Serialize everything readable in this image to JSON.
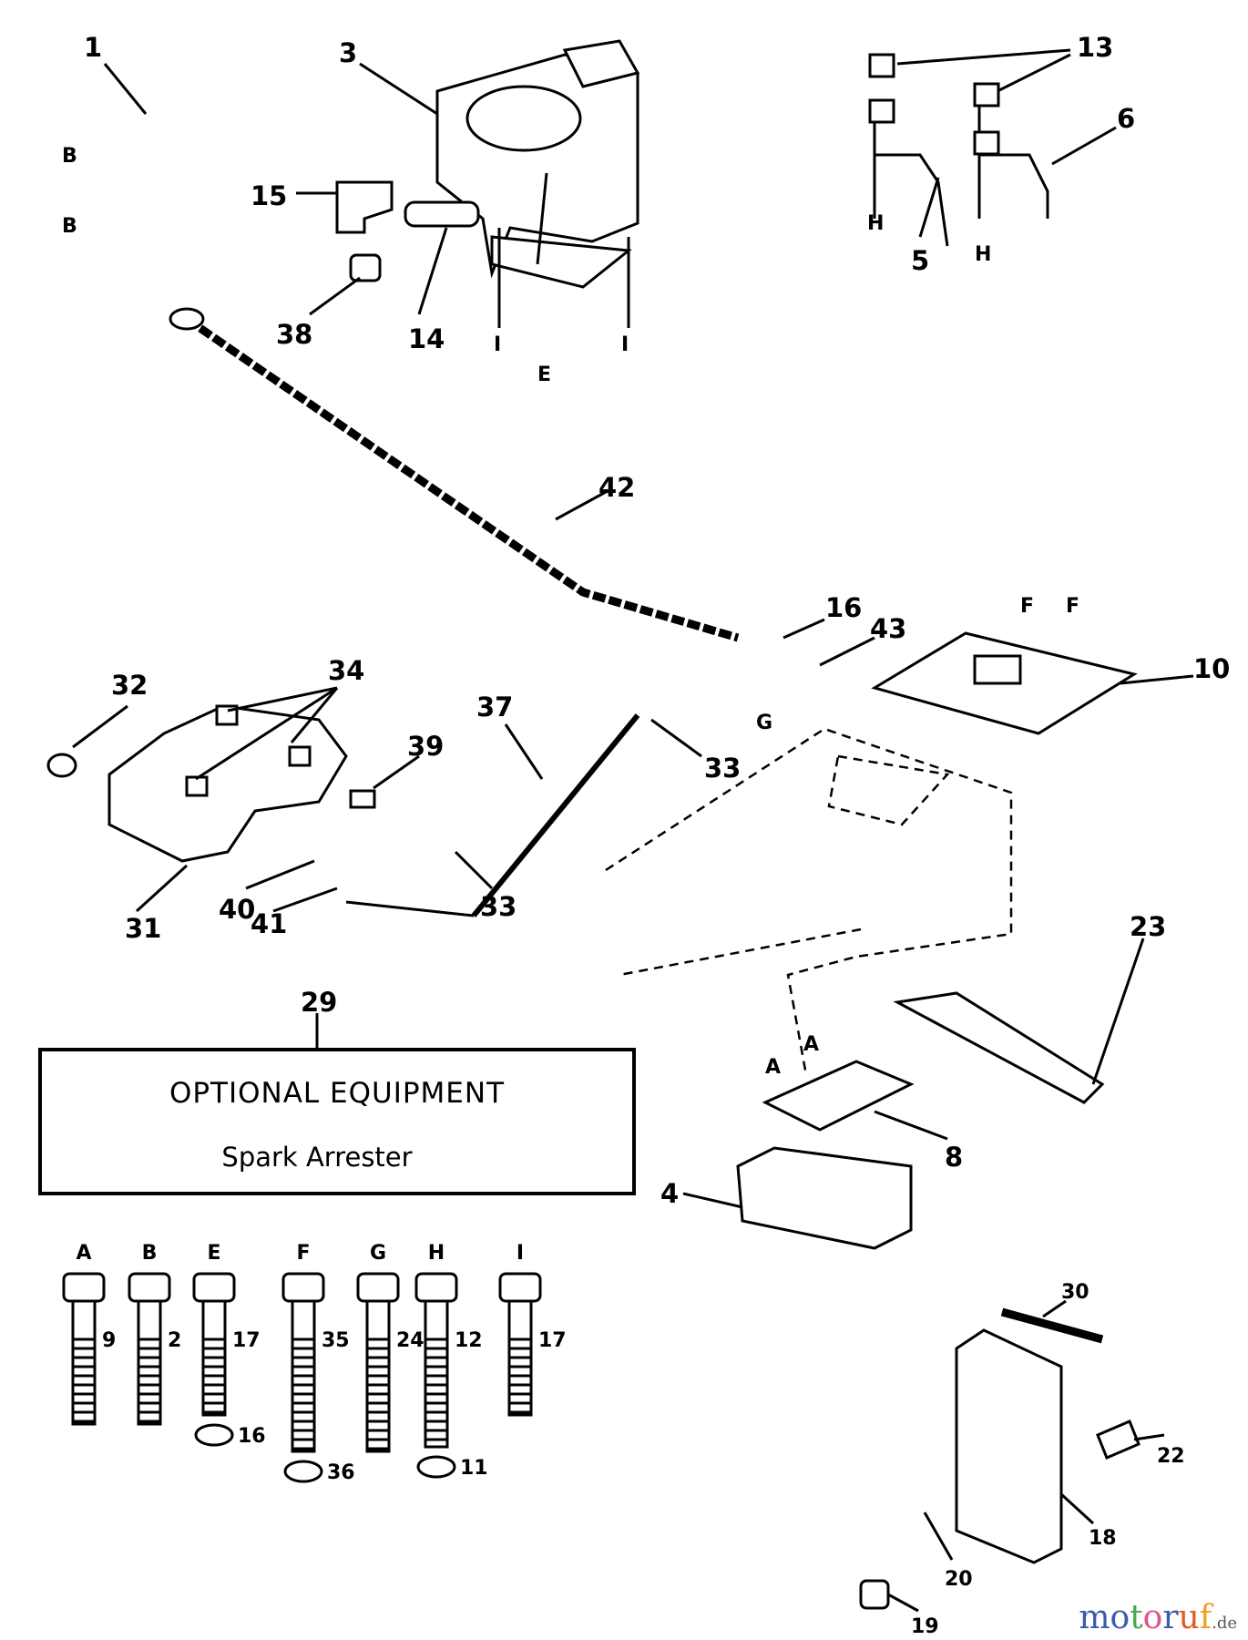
{
  "callouts": {
    "c1": "1",
    "c3": "3",
    "c13": "13",
    "c6": "6",
    "c15": "15",
    "c14": "14",
    "c38": "38",
    "c5": "5",
    "c42": "42",
    "c16": "16",
    "c43": "43",
    "c10": "10",
    "c32": "32",
    "c34": "34",
    "c37": "37",
    "c39": "39",
    "c33a": "33",
    "c33b": "33",
    "c40": "40",
    "c41": "41",
    "c31": "31",
    "c23": "23",
    "c29": "29",
    "c8": "8",
    "c4": "4",
    "c30": "30",
    "c22": "22",
    "c18": "18",
    "c20": "20",
    "c19": "19"
  },
  "fastener_refs": {
    "B1": "B",
    "B2": "B",
    "H1": "H",
    "H2": "H",
    "I1": "I",
    "I2": "I",
    "E": "E",
    "F1": "F",
    "F2": "F",
    "G": "G",
    "A1": "A",
    "A2": "A"
  },
  "optional_box": {
    "title": "OPTIONAL EQUIPMENT",
    "subtitle": "Spark Arrester"
  },
  "bolts": [
    {
      "letter": "A",
      "part": "9"
    },
    {
      "letter": "B",
      "part": "2"
    },
    {
      "letter": "E",
      "part": "17",
      "extra": "16"
    },
    {
      "letter": "F",
      "part": "35",
      "extra": "36"
    },
    {
      "letter": "G",
      "part": "24"
    },
    {
      "letter": "H",
      "part": "12",
      "extra": "11"
    },
    {
      "letter": "I",
      "part": "17"
    }
  ],
  "watermark": {
    "text": "motoruf",
    "suffix": ".de",
    "colors": [
      "#3b5bab",
      "#3b5bab",
      "#4aa84a",
      "#e0508f",
      "#3b5bab",
      "#e05a2a",
      "#f0a020",
      "#f0c020"
    ]
  }
}
